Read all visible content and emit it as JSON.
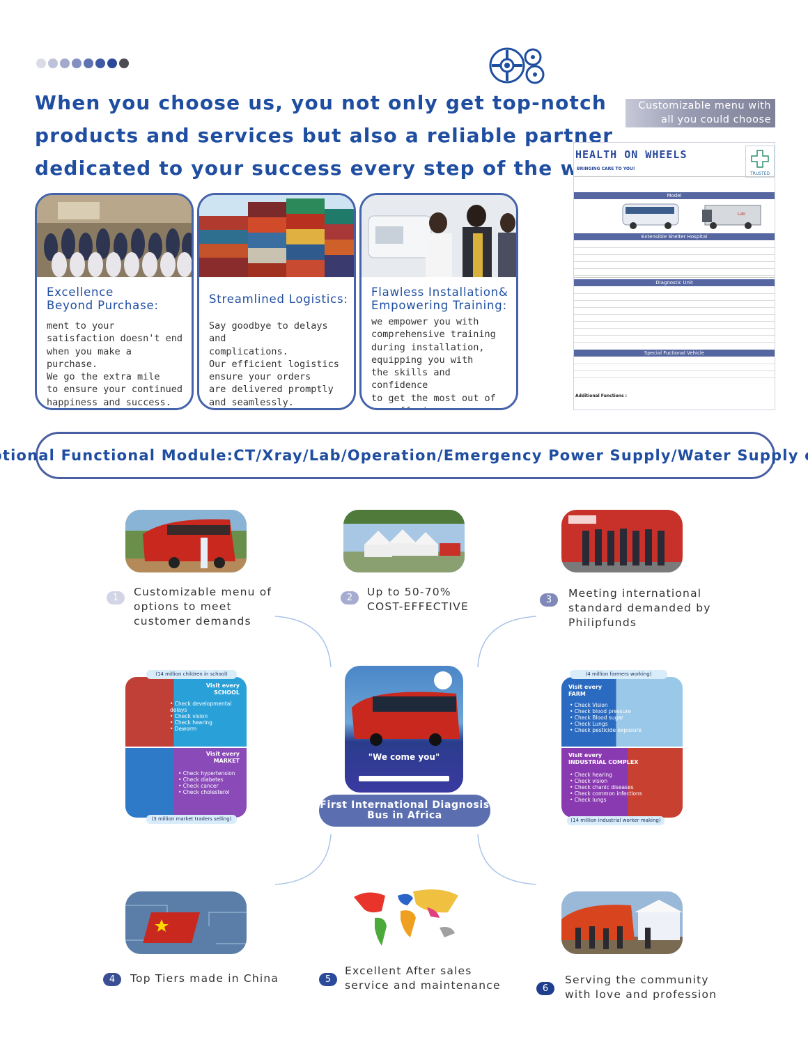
{
  "headline": {
    "line1": "When you choose us, you not only get top-notch",
    "line2": "products and services but also a reliable partner",
    "line3": "dedicated to your success every step of the way"
  },
  "menu_tag": {
    "line1": "Customizable menu with",
    "line2": "all you could choose"
  },
  "cards": [
    {
      "title": "Excellence\nBeyond Purchase:",
      "text": "ment to your\nsatisfaction doesn't end\nwhen you make a purchase.\nWe go the extra mile\nto ensure your continued\nhappiness and success."
    },
    {
      "title": "Streamlined Logistics:",
      "text": "Say goodbye to delays and\ncomplications.\nOur efficient logistics\nensure your orders\nare delivered promptly\nand seamlessly."
    },
    {
      "title": "Flawless Installation&\nEmpowering Training:",
      "text": "we empower you with\ncomprehensive training\nduring installation,\nequipping you with\nthe skills and confidence\nto get the most out of\nour offerings."
    }
  ],
  "form": {
    "brand": "HEALTH  ON  WHEELS",
    "tagline": "BRINGING CARE TO YOU!",
    "logo": "TRUSTED",
    "sections": [
      "Model",
      "Extensible Shelter Hospital",
      "Diagnostic Unit",
      "Special Fuctional Vehicle"
    ],
    "additional": "Additional Functions :"
  },
  "optional_module": "Optional Functional Module:CT/Xray/Lab/Operation/Emergency Power Supply/Water Supply etc",
  "features": [
    {
      "num": "1",
      "label": "Customizable menu of\noptions to meet\ncustomer demands"
    },
    {
      "num": "2",
      "label": "Up to 50-70%\nCOST-EFFECTIVE"
    },
    {
      "num": "3",
      "label": "Meeting international\nstandard demanded by\nPhilipfunds"
    },
    {
      "num": "4",
      "label": "Top Tiers made in China"
    },
    {
      "num": "5",
      "label": "Excellent After sales\nservice and maintenance"
    },
    {
      "num": "6",
      "label": "Serving the community\nwith love and profession"
    }
  ],
  "center_label": "First International Diagnosis\nBus in Africa",
  "poster_left": {
    "school_badge": "(14 million children in school)",
    "school_head": "Visit every\nSCHOOL",
    "school_items": "• Check developmental delays\n• Check vision\n• Check hearing\n• Deworm",
    "market_head": "Visit every\nMARKET",
    "market_items": "• Check hypertension\n• Check diabetes\n• Check cancer\n• Check cholesterol",
    "market_badge": "(3 million market traders selling)"
  },
  "poster_right": {
    "farm_badge": "(4 million farmers working)",
    "farm_head": "Visit every\nFARM",
    "farm_items": "• Check Vision\n• Check blood pressure\n• Check Blood sugar\n• Check Lungs\n• Check pesticide exposure",
    "ind_head": "Visit every\nINDUSTRIAL COMPLEX",
    "ind_items": "• Check hearing\n• Check vision\n• Check chanic diseases\n• Check common infections\n• Check lungs",
    "ind_badge": "(14 million industrial worker making)"
  },
  "center_poster": {
    "slogan": "\"We come you\""
  },
  "colors": {
    "brand_blue": "#1f4ea1",
    "card_border": "#4563aa",
    "num_badge": "#5b6fb0",
    "form_section": "#4a5a94"
  }
}
